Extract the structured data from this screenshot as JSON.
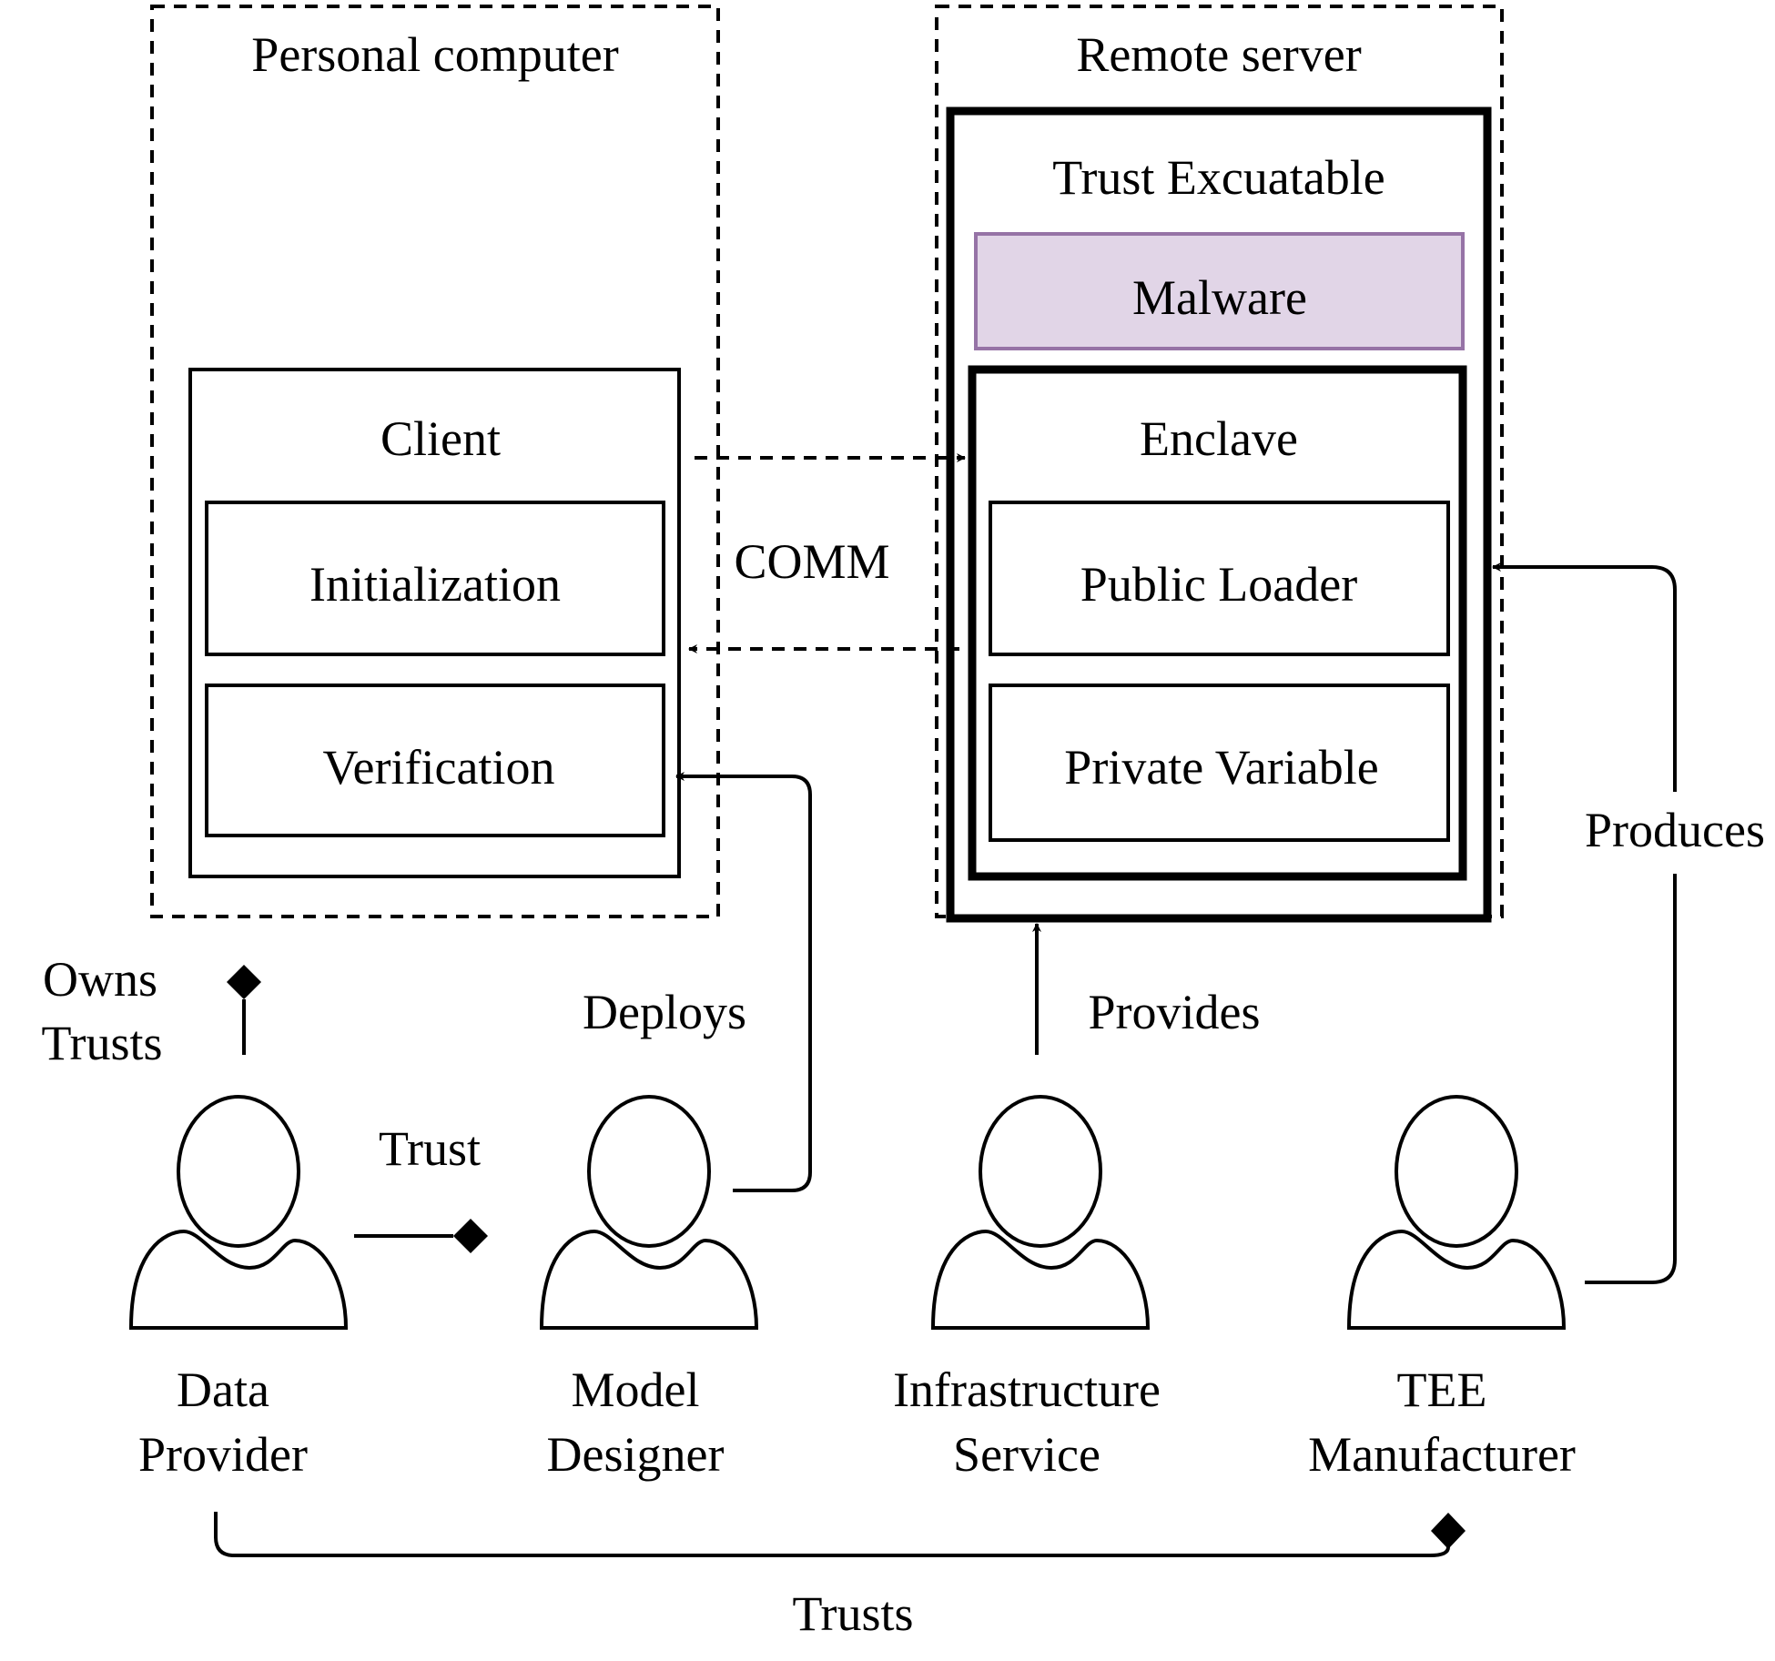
{
  "diagram": {
    "containers": {
      "personal_computer": "Personal computer",
      "remote_server": "Remote server"
    },
    "client": {
      "title": "Client",
      "modules": [
        "Initialization",
        "Verification"
      ]
    },
    "trust_executable": {
      "title": "Trust Excuatable",
      "malware": "Malware",
      "enclave": {
        "title": "Enclave",
        "modules": [
          "Public Loader",
          "Private Variable"
        ]
      }
    },
    "edges": {
      "comm": "COMM",
      "owns": "Owns",
      "trusts_upper": "Trusts",
      "trust": "Trust",
      "deploys": "Deploys",
      "provides": "Provides",
      "produces": "Produces",
      "trusts_bottom": "Trusts"
    },
    "actors": [
      {
        "line1": "Data",
        "line2": "Provider"
      },
      {
        "line1": "Model",
        "line2": "Designer"
      },
      {
        "line1": "Infrastructure",
        "line2": "Service"
      },
      {
        "line1": "TEE",
        "line2": "Manufacturer"
      }
    ],
    "colors": {
      "malware_fill": "#e1d5e7",
      "malware_stroke": "#9673a6",
      "stroke": "#000000"
    }
  }
}
